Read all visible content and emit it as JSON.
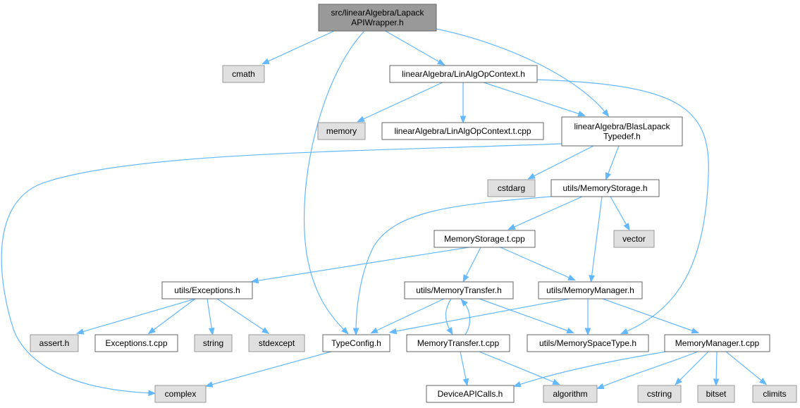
{
  "diagram": {
    "nodes": {
      "root": {
        "lines": [
          "src/linearAlgebra/Lapack",
          "APIWrapper.h"
        ],
        "kind": "root"
      },
      "cmath": {
        "lines": [
          "cmath"
        ],
        "kind": "system"
      },
      "linalgop": {
        "lines": [
          "linearAlgebra/LinAlgOpContext.h"
        ],
        "kind": "file"
      },
      "memory": {
        "lines": [
          "memory"
        ],
        "kind": "system"
      },
      "linalgopt": {
        "lines": [
          "linearAlgebra/LinAlgOpContext.t.cpp"
        ],
        "kind": "file"
      },
      "blaslapack": {
        "lines": [
          "linearAlgebra/BlasLapack",
          "Typedef.h"
        ],
        "kind": "file"
      },
      "cstdarg": {
        "lines": [
          "cstdarg"
        ],
        "kind": "system"
      },
      "memstorage": {
        "lines": [
          "utils/MemoryStorage.h"
        ],
        "kind": "file"
      },
      "vector": {
        "lines": [
          "vector"
        ],
        "kind": "system"
      },
      "memstoraget": {
        "lines": [
          "MemoryStorage.t.cpp"
        ],
        "kind": "file"
      },
      "exceptions": {
        "lines": [
          "utils/Exceptions.h"
        ],
        "kind": "file"
      },
      "memtransfer": {
        "lines": [
          "utils/MemoryTransfer.h"
        ],
        "kind": "file"
      },
      "memmanager": {
        "lines": [
          "utils/MemoryManager.h"
        ],
        "kind": "file"
      },
      "asserth": {
        "lines": [
          "assert.h"
        ],
        "kind": "system"
      },
      "exceptionst": {
        "lines": [
          "Exceptions.t.cpp"
        ],
        "kind": "file"
      },
      "string": {
        "lines": [
          "string"
        ],
        "kind": "system"
      },
      "stdexcept": {
        "lines": [
          "stdexcept"
        ],
        "kind": "system"
      },
      "typeconfig": {
        "lines": [
          "TypeConfig.h"
        ],
        "kind": "file"
      },
      "memtransfert": {
        "lines": [
          "MemoryTransfer.t.cpp"
        ],
        "kind": "file"
      },
      "memspacetype": {
        "lines": [
          "utils/MemorySpaceType.h"
        ],
        "kind": "file"
      },
      "memmanagert": {
        "lines": [
          "MemoryManager.t.cpp"
        ],
        "kind": "file"
      },
      "complex": {
        "lines": [
          "complex"
        ],
        "kind": "system"
      },
      "deviceapi": {
        "lines": [
          "DeviceAPICalls.h"
        ],
        "kind": "file"
      },
      "algorithm": {
        "lines": [
          "algorithm"
        ],
        "kind": "system"
      },
      "cstring": {
        "lines": [
          "cstring"
        ],
        "kind": "system"
      },
      "bitset": {
        "lines": [
          "bitset"
        ],
        "kind": "system"
      },
      "climits": {
        "lines": [
          "climits"
        ],
        "kind": "system"
      }
    },
    "edges": [
      [
        "root",
        "cmath"
      ],
      [
        "root",
        "linalgop"
      ],
      [
        "root",
        "blaslapack"
      ],
      [
        "root",
        "typeconfig"
      ],
      [
        "linalgop",
        "memory"
      ],
      [
        "linalgop",
        "linalgopt"
      ],
      [
        "linalgop",
        "blaslapack"
      ],
      [
        "linalgop",
        "memspacetype"
      ],
      [
        "blaslapack",
        "cstdarg"
      ],
      [
        "blaslapack",
        "memstorage"
      ],
      [
        "blaslapack",
        "complex"
      ],
      [
        "memstorage",
        "memstoraget"
      ],
      [
        "memstorage",
        "vector"
      ],
      [
        "memstorage",
        "memmanager"
      ],
      [
        "memstorage",
        "typeconfig"
      ],
      [
        "memstoraget",
        "exceptions"
      ],
      [
        "memstoraget",
        "memtransfer"
      ],
      [
        "memstoraget",
        "memmanager"
      ],
      [
        "exceptions",
        "asserth"
      ],
      [
        "exceptions",
        "exceptionst"
      ],
      [
        "exceptions",
        "string"
      ],
      [
        "exceptions",
        "stdexcept"
      ],
      [
        "memtransfer",
        "typeconfig"
      ],
      [
        "memtransfer",
        "memtransfert"
      ],
      [
        "memtransfer",
        "memspacetype"
      ],
      [
        "memtransfert",
        "memtransfer"
      ],
      [
        "memtransfert",
        "deviceapi"
      ],
      [
        "memtransfert",
        "algorithm"
      ],
      [
        "memmanager",
        "typeconfig"
      ],
      [
        "memmanager",
        "memspacetype"
      ],
      [
        "memmanager",
        "memmanagert"
      ],
      [
        "typeconfig",
        "complex"
      ],
      [
        "memmanagert",
        "deviceapi"
      ],
      [
        "memmanagert",
        "algorithm"
      ],
      [
        "memmanagert",
        "cstring"
      ],
      [
        "memmanagert",
        "bitset"
      ],
      [
        "memmanagert",
        "climits"
      ]
    ],
    "colors": {
      "root_fill": "#999999",
      "system_fill": "#e0e0e0",
      "system_stroke": "#999999",
      "file_fill": "#ffffff",
      "file_stroke": "#666666",
      "edge": "#63b8ff"
    }
  }
}
